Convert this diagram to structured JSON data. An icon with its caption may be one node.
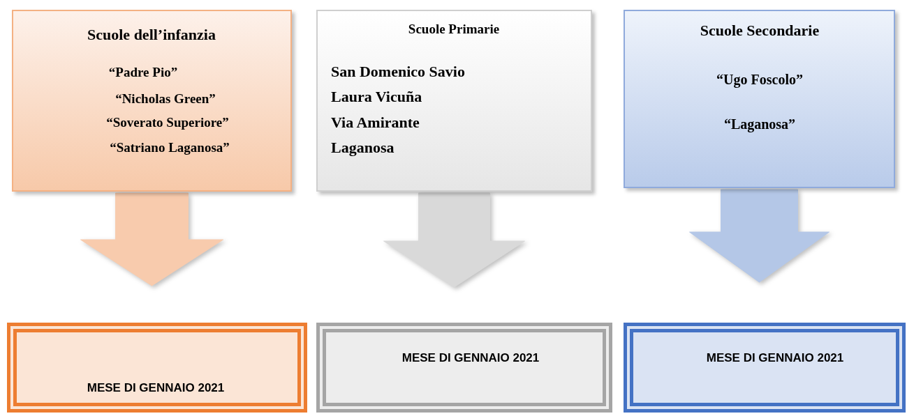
{
  "diagram": {
    "nodes": [
      {
        "text": [
          "Scuole dell’infanzia",
          "“Padre Pio”",
          "“Nicholas Green”",
          "“Soverato Superiore”",
          "“Satriano Laganosa”"
        ]
      },
      {
        "text": [
          "Scuole Primarie",
          "San Domenico Savio",
          "Laura Vicuña",
          "Via Amirante",
          "Laganosa"
        ]
      },
      {
        "text": [
          "Scuole Secondarie",
          "“Ugo Foscolo”",
          "“Laganosa”"
        ]
      },
      {
        "text": [
          "MESE DI GENNAIO 2021"
        ]
      },
      {
        "text": [
          "MESE DI GENNAIO 2021"
        ]
      },
      {
        "text": [
          "MESE DI GENNAIO 2021"
        ]
      }
    ],
    "edges": [
      {
        "from": 0,
        "to": 3,
        "arrow": "to",
        "color": "#f8cbad"
      },
      {
        "from": 1,
        "to": 4,
        "arrow": "to",
        "color": "#d9d9d9"
      },
      {
        "from": 2,
        "to": 5,
        "arrow": "to",
        "color": "#b4c7e7"
      }
    ]
  }
}
